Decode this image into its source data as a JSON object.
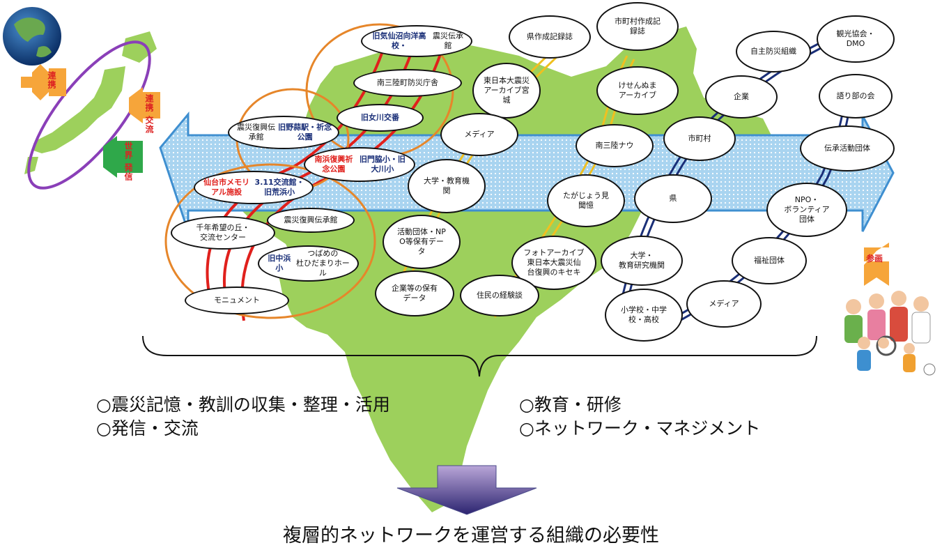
{
  "colors": {
    "land": "#9dd05c",
    "arrow_fill": "#a9d4f0",
    "arrow_stroke": "#3f8fd0",
    "red_line": "#e0201c",
    "orange_line": "#e6862a",
    "yellow_line": "#f0c020",
    "navy_line": "#1a2f78",
    "japan_outline": "#8a3fb8"
  },
  "badges": {
    "renkei_left": "連携",
    "renkei_koryu": "連携 交流",
    "sekai_hasshin": "世界 発信",
    "sankaku": "参画"
  },
  "nodes": {
    "kesennuma_hs": {
      "blue": "旧気仙沼向洋高校・",
      "plain": "震災伝承館"
    },
    "minamisanriku_bosai": {
      "plain": "南三陸町防災庁舎"
    },
    "onagawa_koban": {
      "blue": "旧女川交番"
    },
    "nobiru": {
      "plain": "震災復興伝承館",
      "blue": "旧野蒜駅・祈念公園"
    },
    "minamihama": {
      "red": "南浜復興祈念公園",
      "blue": "旧門脇小・旧大川小"
    },
    "sendai_memorial": {
      "red": "仙台市メモリアル施設",
      "blue": "3.11交流館・旧荒浜小"
    },
    "sennen_kibo": {
      "plain": "千年希望の丘・\n交流センター"
    },
    "shinsai_fukko": {
      "plain": "震災復興伝承館"
    },
    "nakahama": {
      "blue": "旧中浜小",
      "plain": "つばめの\n杜ひだまりホール"
    },
    "monument": {
      "plain": "モニュメント"
    },
    "ken_kiroku": {
      "plain": "県作成記録誌"
    },
    "shichoson_kiroku": {
      "plain": "市町村作成記\n録誌"
    },
    "higashinihon_archive": {
      "plain": "東日本大震災\nアーカイブ宮\n城"
    },
    "kesennuma_archive": {
      "plain": "けせんぬま\nアーカイブ"
    },
    "media_left": {
      "plain": "メディア"
    },
    "minamisanriku_now": {
      "plain": "南三陸ナウ"
    },
    "daigaku_kyoiku": {
      "plain": "大学・教育機\n関"
    },
    "tagajo": {
      "plain": "たがじょう見\n聞憶"
    },
    "katsudo_npo": {
      "plain": "活動団体・NP\nO等保有デー\nタ"
    },
    "photo_archive": {
      "plain": "フォトアーカイブ\n東日本大震災仙\n台復興のキセキ"
    },
    "kigyo_data": {
      "plain": "企業等の保有\nデータ"
    },
    "jumin": {
      "plain": "住民の経験談"
    },
    "jishu_bosai": {
      "plain": "自主防災組織"
    },
    "kanko": {
      "plain": "観光協会・\nDMO"
    },
    "kigyo": {
      "plain": "企業"
    },
    "kataribe": {
      "plain": "語り部の会"
    },
    "shichoson": {
      "plain": "市町村"
    },
    "densho_dantai": {
      "plain": "伝承活動団体"
    },
    "ken": {
      "plain": "県"
    },
    "npo_volunteer": {
      "plain": "NPO・\nボランティア\n団体"
    },
    "daigaku_kenkyu": {
      "plain": "大学・\n教育研究機関"
    },
    "fukushi": {
      "plain": "福祉団体"
    },
    "shogakko": {
      "plain": "小学校・中学\n校・高校"
    },
    "media_right": {
      "plain": "メディア"
    }
  },
  "summary": {
    "item1": "○震災記憶・教訓の収集・整理・活用",
    "item2": "○発信・交流",
    "item3": "○教育・研修",
    "item4": "○ネットワーク・マネジメント"
  },
  "conclusion": "複層的ネットワークを運営する組織の必要性"
}
